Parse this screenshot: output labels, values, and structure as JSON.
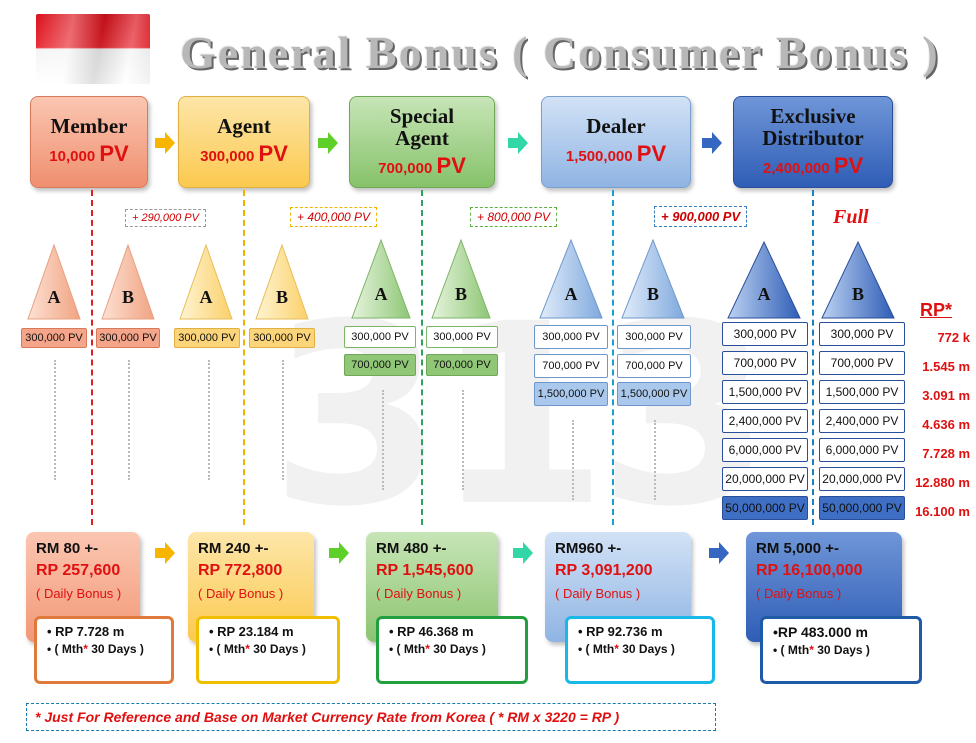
{
  "title": "General Bonus   ( Consumer Bonus )",
  "watermark": "313",
  "tiers": [
    {
      "name": "Member",
      "pv_amount": "10,000",
      "pv_unit": "PV"
    },
    {
      "name": "Agent",
      "pv_amount": "300,000",
      "pv_unit": "PV"
    },
    {
      "name": "Special Agent",
      "pv_amount": "700,000",
      "pv_unit": "PV"
    },
    {
      "name": "Dealer",
      "pv_amount": "1,500,000",
      "pv_unit": "PV"
    },
    {
      "name": "Exclusive Distributor",
      "pv_amount": "2,400,000",
      "pv_unit": "PV"
    }
  ],
  "increments": [
    "+ 290,000 PV",
    "+ 400,000 PV",
    "+ 800,000 PV",
    "+ 900,000 PV",
    "Full"
  ],
  "legs": {
    "a": "A",
    "b": "B"
  },
  "leg_pv": [
    [
      "300,000 PV"
    ],
    [
      "300,000 PV"
    ],
    [
      "300,000 PV",
      "700,000 PV"
    ],
    [
      "300,000 PV",
      "700,000 PV",
      "1,500,000 PV"
    ],
    [
      "300,000 PV",
      "700,000 PV",
      "1,500,000 PV",
      "2,400,000 PV",
      "6,000,000 PV",
      "20,000,000 PV",
      "50,000,000 PV"
    ]
  ],
  "rp_header": "RP*",
  "rp_values": [
    "772 k",
    "1.545 m",
    "3.091 m",
    "4.636 m",
    "7.728 m",
    "12.880 m",
    "16.100 m"
  ],
  "bonuses": [
    {
      "rm": "RM 80 +-",
      "rp": "RP 257,600",
      "daily": "( Daily Bonus )",
      "monthly_rp": "RP 7.728 m",
      "mth": "Mth",
      "days": "30 Days )"
    },
    {
      "rm": "RM 240 +-",
      "rp": "RP 772,800",
      "daily": "( Daily Bonus )",
      "monthly_rp": "RP 23.184 m",
      "mth": "Mth",
      "days": "30 Days )"
    },
    {
      "rm": "RM 480 +-",
      "rp": "RP 1,545,600",
      "daily": "( Daily Bonus )",
      "monthly_rp": "RP 46.368 m",
      "mth": "Mth",
      "days": "30 Days )"
    },
    {
      "rm": "RM960 +-",
      "rp": "RP 3,091,200",
      "daily": "( Daily Bonus )",
      "monthly_rp": "RP 92.736 m",
      "mth": "Mth",
      "days": "30 Days )"
    },
    {
      "rm": "RM 5,000 +-",
      "rp": "RP 16,100,000",
      "daily": "( Daily Bonus )",
      "monthly_rp": "RP 483.000 m",
      "mth": "Mth",
      "days": "30 Days )"
    }
  ],
  "footnote": "* Just For Reference and Base on Market Currency Rate from Korea  ( * RM x 3220 = RP )",
  "colors": {
    "member": "#f4a58a",
    "agent": "#fcd57a",
    "special_agent": "#9ccf86",
    "dealer": "#a9c8ec",
    "exclusive": "#3f6fc4",
    "accent_red": "#e01010"
  }
}
